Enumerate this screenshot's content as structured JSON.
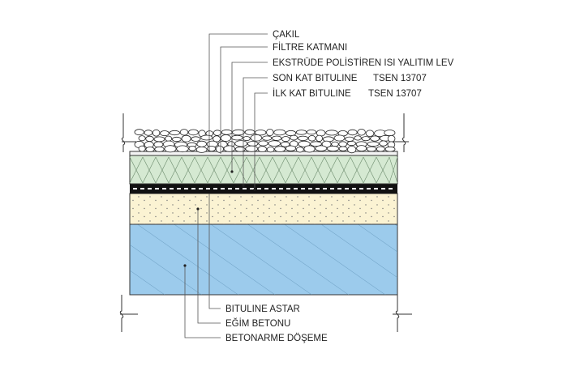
{
  "labels_top": [
    {
      "text": "ÇAKIL"
    },
    {
      "text": "FİLTRE KATMANI"
    },
    {
      "text": "EKSTRÜDE POLİSTİREN ISI YALITIM LEV"
    },
    {
      "text": "SON KAT BITULINE",
      "code": "TSEN 13707"
    },
    {
      "text": "İLK KAT BITULINE",
      "code": "TSEN 13707"
    }
  ],
  "labels_bottom": [
    {
      "text": "BITULINE ASTAR"
    },
    {
      "text": "EĞİM BETONU"
    },
    {
      "text": "BETONARME DÖŞEME"
    }
  ],
  "colors": {
    "gravel_fill": "#ffffff",
    "insulation": "#d5e9d2",
    "screed": "#fbf3d3",
    "concrete": "#9ccbec",
    "membrane": "#111111",
    "line": "#333333"
  }
}
